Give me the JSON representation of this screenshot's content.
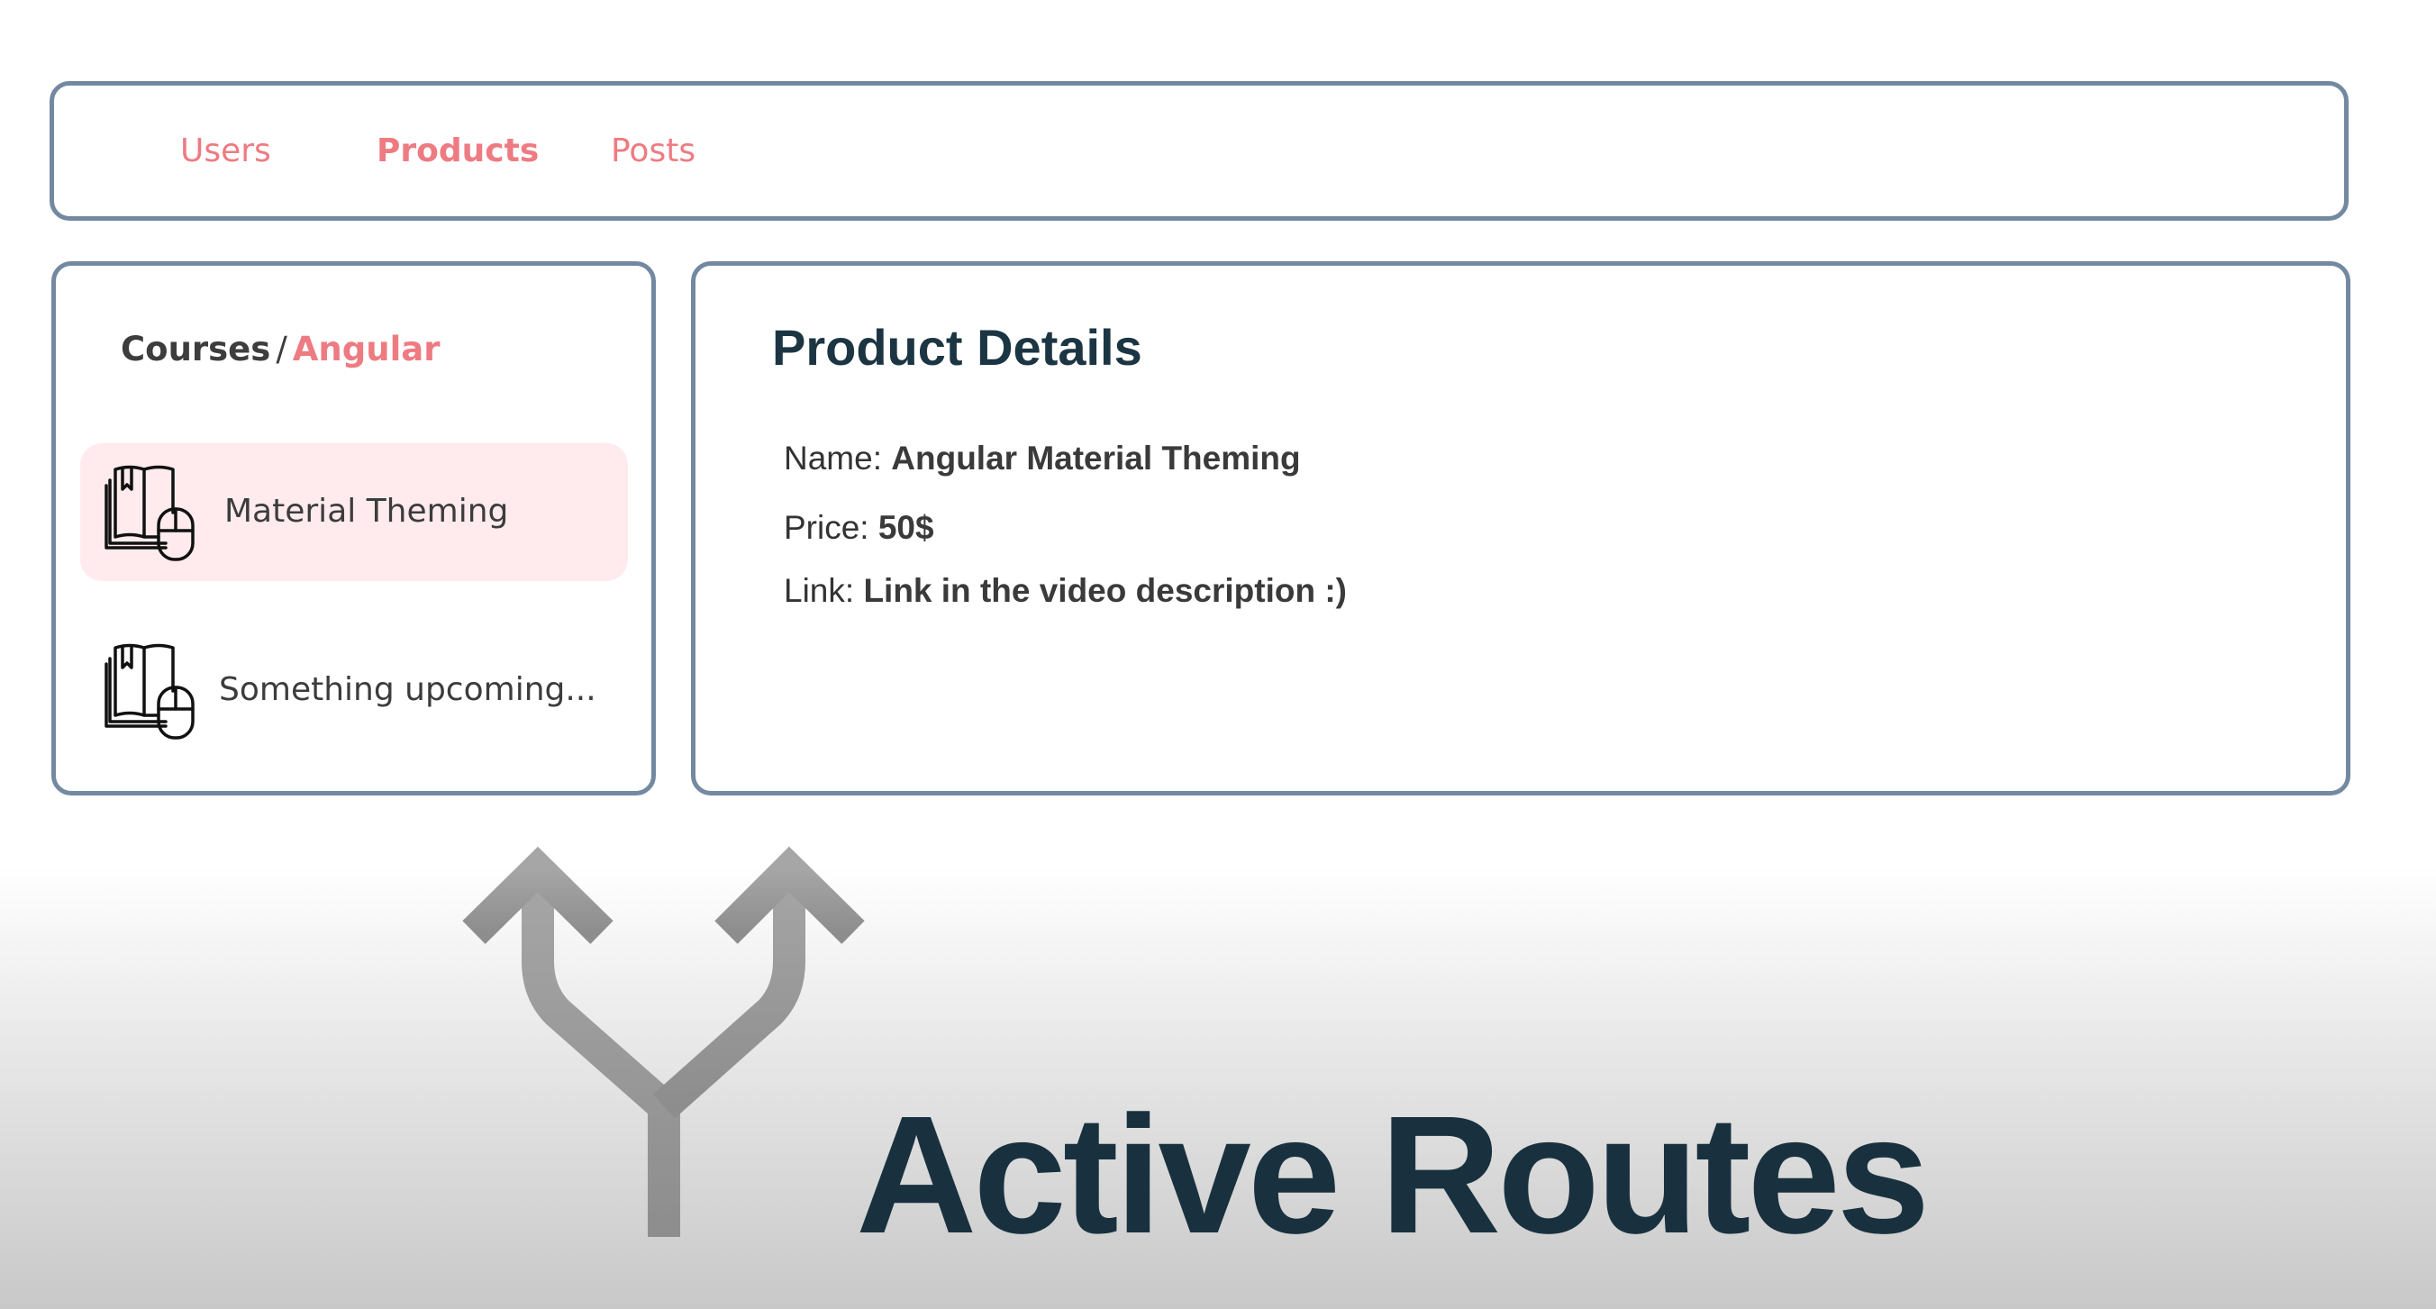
{
  "nav": {
    "links": [
      {
        "label": "Users",
        "active": false
      },
      {
        "label": "Products",
        "active": true
      },
      {
        "label": "Posts",
        "active": false
      }
    ]
  },
  "sidebar": {
    "breadcrumb": {
      "root": "Courses",
      "separator": "/",
      "current": "Angular"
    },
    "items": [
      {
        "label": "Material Theming",
        "icon": "book-mouse-icon",
        "active": true
      },
      {
        "label": "Something upcoming...",
        "icon": "book-mouse-icon",
        "active": false
      }
    ]
  },
  "details": {
    "title": "Product Details",
    "rows": [
      {
        "label": "Name:",
        "value": "Angular Material Theming"
      },
      {
        "label": "Price:",
        "value": "50$"
      },
      {
        "label": "Link:",
        "value": "Link in the video description :)"
      }
    ]
  },
  "graphic": {
    "icon": "split-arrow-icon"
  },
  "overlay_title": "Active Routes",
  "colors": {
    "accent": "#ee7b82",
    "active_item_bg": "#ffebee",
    "panel_border": "#7389a1",
    "title_dark": "#19313f",
    "arrow": "#9a9a9a"
  }
}
